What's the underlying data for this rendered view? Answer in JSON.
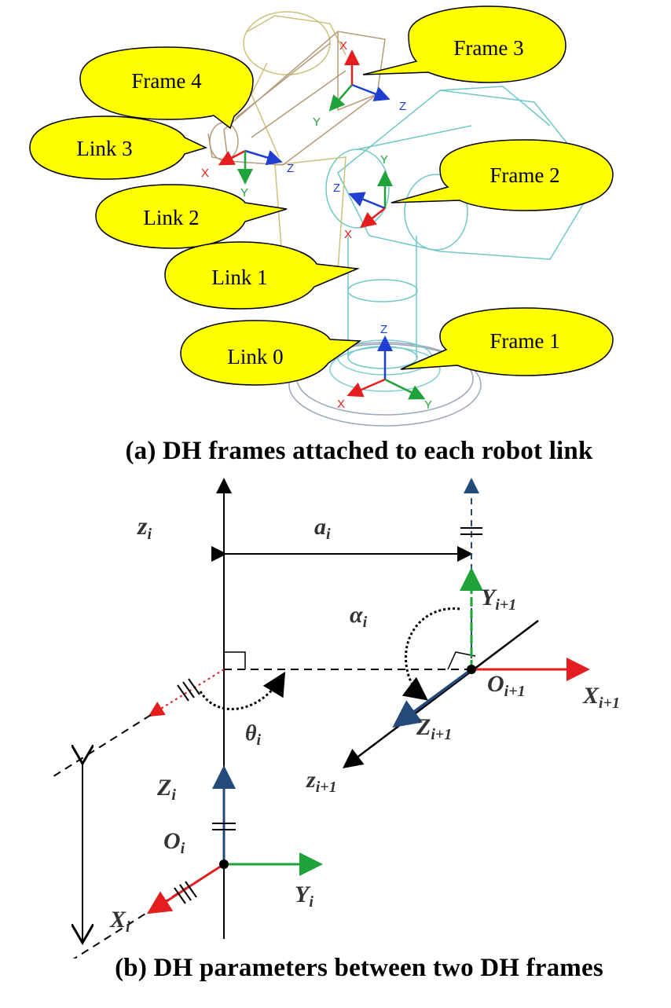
{
  "panel_a": {
    "caption": "(a) DH frames attached to each robot link",
    "callouts": {
      "frame3": "Frame 3",
      "frame4": "Frame 4",
      "link3": "Link 3",
      "frame2": "Frame 2",
      "link2": "Link 2",
      "link1": "Link 1",
      "link0": "Link 0",
      "frame1": "Frame 1"
    },
    "axis_letters": {
      "x": "X",
      "y": "Y",
      "z": "Z"
    }
  },
  "panel_b": {
    "caption": "(b) DH parameters between two DH frames",
    "labels": {
      "z_i_top": "z",
      "z_i_top_sub": "i",
      "a_i": "a",
      "a_i_sub": "i",
      "alpha_i": "α",
      "alpha_i_sub": "i",
      "theta_i": "θ",
      "theta_i_sub": "i",
      "Y_i1": "Y",
      "Y_i1_sub": "i+1",
      "O_i1": "O",
      "O_i1_sub": "i+1",
      "X_i1": "X",
      "X_i1_sub": "i+1",
      "Z_i1": "Z",
      "Z_i1_sub": "i+1",
      "z_i1": "z",
      "z_i1_sub": "i+1",
      "Z_i": "Z",
      "Z_i_sub": "i",
      "O_i": "O",
      "O_i_sub": "i",
      "Y_i": "Y",
      "Y_i_sub": "i",
      "X_i": "X",
      "X_i_sub": "i"
    }
  },
  "colors": {
    "callout_fill": "#ffff00",
    "x_axis": "#e41e1e",
    "y_axis": "#1fa23a",
    "z_axis": "#1f3fd0",
    "z_axis_dark": "#244a7c",
    "robot_base": "#6fc7c7",
    "robot_arm": "#c8c27a",
    "robot_tool": "#b59a7a"
  }
}
